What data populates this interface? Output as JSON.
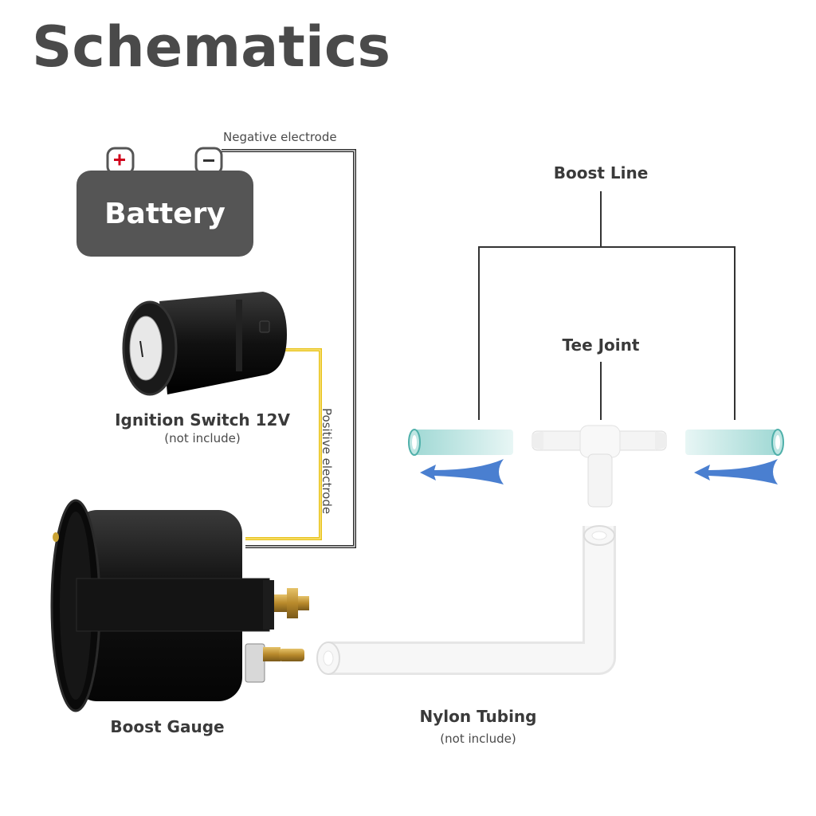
{
  "title": "Schematics",
  "battery": {
    "label": "Battery",
    "positive_symbol": "+",
    "negative_symbol": "−"
  },
  "wires": {
    "negative_label": "Negative electrode",
    "positive_label": "Positive electrode",
    "negative_color": "#222222",
    "positive_color": "#e8c21a"
  },
  "ignition_switch": {
    "name": "Ignition Switch 12V",
    "note": "(not include)"
  },
  "boost_gauge": {
    "name": "Boost Gauge"
  },
  "nylon_tubing": {
    "name": "Nylon Tubing",
    "note": "(not include)"
  },
  "boost_line": {
    "label": "Boost Line"
  },
  "tee_joint": {
    "label": "Tee Joint"
  },
  "colors": {
    "title": "#4a4a4a",
    "battery_fill": "#555555",
    "arrow": "#4a7fd0",
    "tube_teal": "#a8dcd8"
  },
  "icons": [
    "battery-icon",
    "ignition-switch-icon",
    "boost-gauge-icon",
    "tee-joint-icon",
    "flow-arrow-icon"
  ]
}
